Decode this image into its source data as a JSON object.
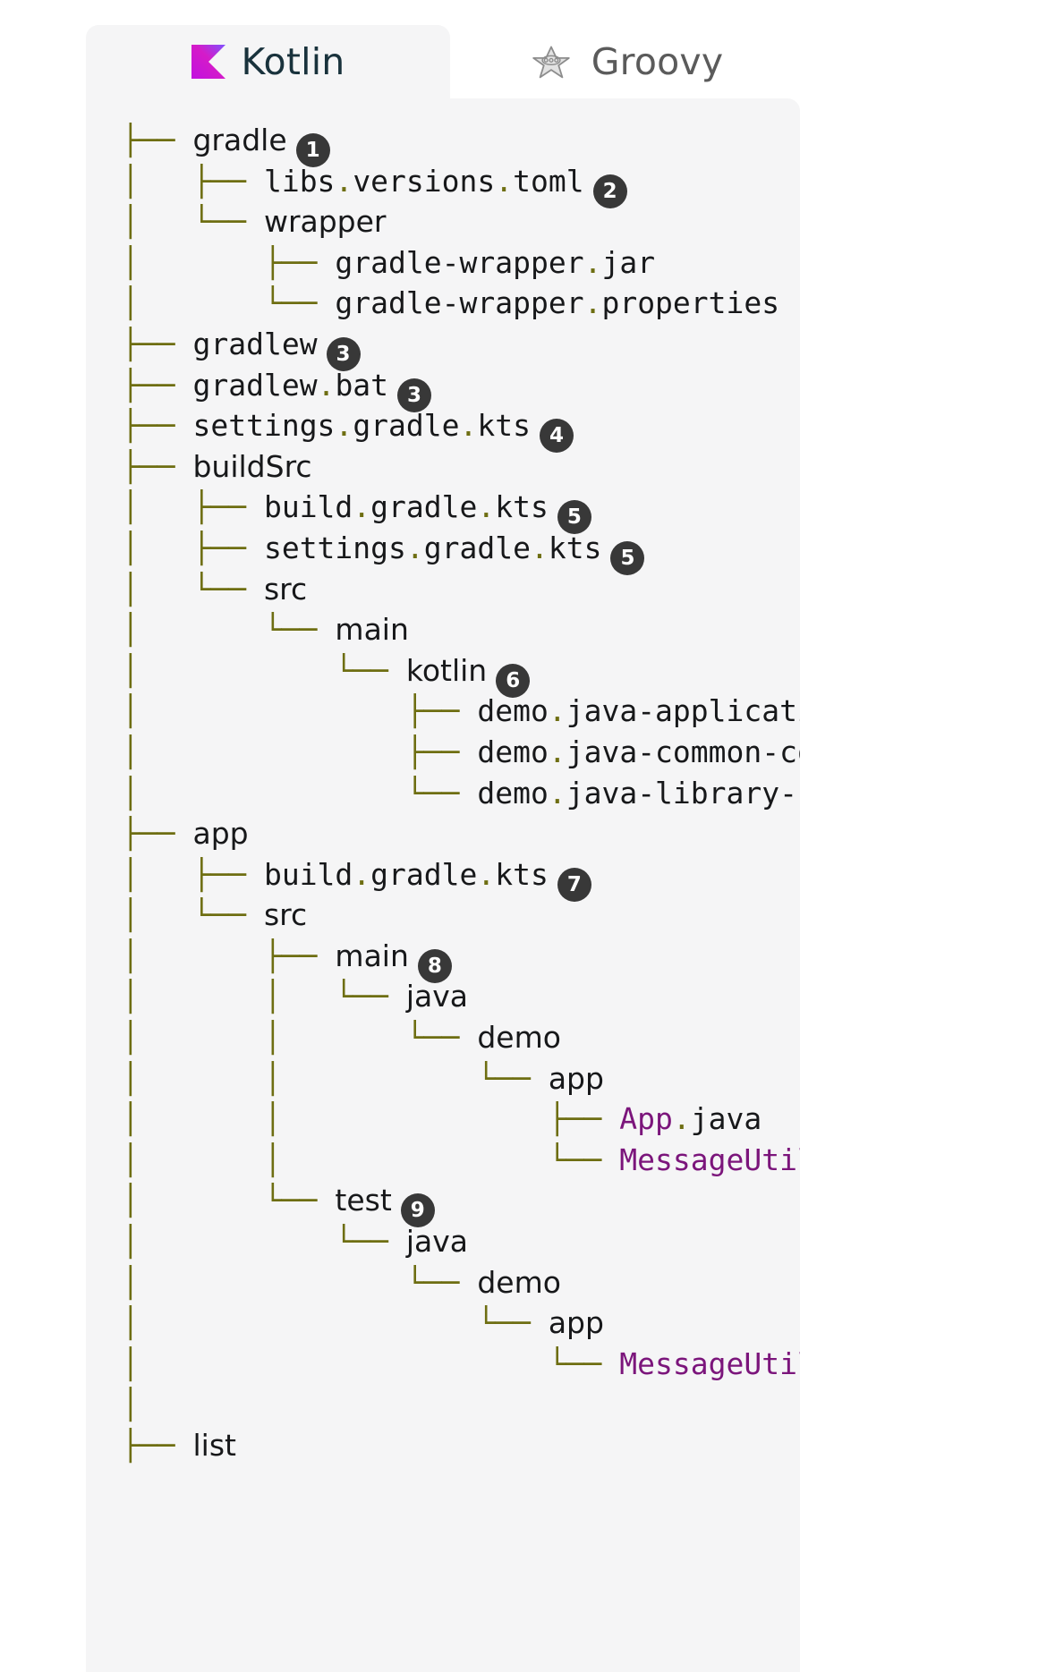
{
  "tabs": [
    {
      "id": "kotlin",
      "label": "Kotlin",
      "icon": "kotlin-logo-icon",
      "active": true
    },
    {
      "id": "groovy",
      "label": "Groovy",
      "icon": "groovy-star-icon",
      "active": false
    }
  ],
  "colors": {
    "panel_background": "#f5f5f6",
    "tree_lines": "#6e6e12",
    "badge_background": "#383838",
    "badge_text": "#ffffff",
    "class_name": "#7b157b",
    "text": "#17181a",
    "kotlin_tab_label": "#19323c",
    "groovy_tab_label": "#5b5b5b"
  },
  "tree": {
    "rows": [
      {
        "prefix": "├── ",
        "name": "gradle",
        "kind": "dir",
        "badge": "1"
      },
      {
        "prefix": "│   ├── ",
        "name": "libs.versions.toml",
        "kind": "file",
        "badge": "2"
      },
      {
        "prefix": "│   └── ",
        "name": "wrapper",
        "kind": "dir",
        "badge": ""
      },
      {
        "prefix": "│       ├── ",
        "name": "gradle-wrapper.jar",
        "kind": "file",
        "badge": ""
      },
      {
        "prefix": "│       └── ",
        "name": "gradle-wrapper.properties",
        "kind": "file",
        "badge": ""
      },
      {
        "prefix": "├── ",
        "name": "gradlew",
        "kind": "file",
        "badge": "3"
      },
      {
        "prefix": "├── ",
        "name": "gradlew.bat",
        "kind": "file",
        "badge": "3"
      },
      {
        "prefix": "├── ",
        "name": "settings.gradle.kts",
        "kind": "file",
        "badge": "4"
      },
      {
        "prefix": "├── ",
        "name": "buildSrc",
        "kind": "dir",
        "badge": ""
      },
      {
        "prefix": "│   ├── ",
        "name": "build.gradle.kts",
        "kind": "file",
        "badge": "5"
      },
      {
        "prefix": "│   ├── ",
        "name": "settings.gradle.kts",
        "kind": "file",
        "badge": "5"
      },
      {
        "prefix": "│   └── ",
        "name": "src",
        "kind": "dir",
        "badge": ""
      },
      {
        "prefix": "│       └── ",
        "name": "main",
        "kind": "dir",
        "badge": ""
      },
      {
        "prefix": "│           └── ",
        "name": "kotlin",
        "kind": "dir",
        "badge": "6"
      },
      {
        "prefix": "│               ├── ",
        "name": "demo.java-application-conventions.gradle.kts",
        "kind": "file",
        "badge": ""
      },
      {
        "prefix": "│               ├── ",
        "name": "demo.java-common-conventions.gradle.kts",
        "kind": "file",
        "badge": ""
      },
      {
        "prefix": "│               └── ",
        "name": "demo.java-library-conventions.gradle.kts",
        "kind": "file",
        "badge": ""
      },
      {
        "prefix": "├── ",
        "name": "app",
        "kind": "dir",
        "badge": ""
      },
      {
        "prefix": "│   ├── ",
        "name": "build.gradle.kts",
        "kind": "file",
        "badge": "7"
      },
      {
        "prefix": "│   └── ",
        "name": "src",
        "kind": "dir",
        "badge": ""
      },
      {
        "prefix": "│       ├── ",
        "name": "main",
        "kind": "dir",
        "badge": "8"
      },
      {
        "prefix": "│       │   └── ",
        "name": "java",
        "kind": "dir",
        "badge": ""
      },
      {
        "prefix": "│       │       └── ",
        "name": "demo",
        "kind": "dir",
        "badge": ""
      },
      {
        "prefix": "│       │           └── ",
        "name": "app",
        "kind": "dir",
        "badge": ""
      },
      {
        "prefix": "│       │               ├── ",
        "name": "App.java",
        "kind": "class",
        "badge": ""
      },
      {
        "prefix": "│       │               └── ",
        "name": "MessageUtils.java",
        "kind": "class",
        "badge": ""
      },
      {
        "prefix": "│       └── ",
        "name": "test",
        "kind": "dir",
        "badge": "9"
      },
      {
        "prefix": "│           └── ",
        "name": "java",
        "kind": "dir",
        "badge": ""
      },
      {
        "prefix": "│               └── ",
        "name": "demo",
        "kind": "dir",
        "badge": ""
      },
      {
        "prefix": "│                   └── ",
        "name": "app",
        "kind": "dir",
        "badge": ""
      },
      {
        "prefix": "│                       └── ",
        "name": "MessageUtilsTest.java",
        "kind": "class",
        "badge": ""
      },
      {
        "prefix": "│   ",
        "name": "",
        "kind": "blank",
        "badge": ""
      },
      {
        "prefix": "├── ",
        "name": "list",
        "kind": "dir",
        "badge": ""
      }
    ]
  }
}
